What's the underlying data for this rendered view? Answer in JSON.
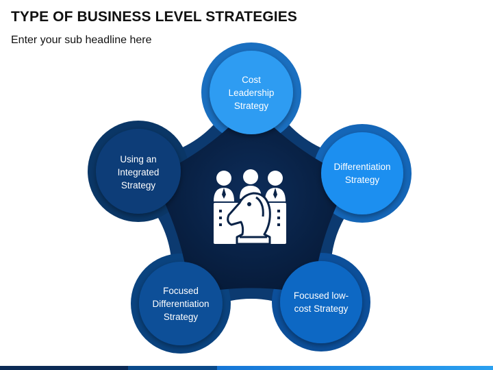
{
  "header": {
    "title": "TYPE OF BUSINESS LEVEL STRATEGIES",
    "subtitle": "Enter your sub headline here"
  },
  "diagram": {
    "center_icon": "business-team-chess-knight-icon",
    "nodes": [
      {
        "id": "cost-leadership",
        "label": "Cost\nLeadership\nStrategy"
      },
      {
        "id": "differentiation",
        "label": "Differentiation\nStrategy"
      },
      {
        "id": "focused-low-cost",
        "label": "Focused low-\ncost Strategy"
      },
      {
        "id": "focused-differentiation",
        "label": "Focused\nDifferentiation\nStrategy"
      },
      {
        "id": "integrated",
        "label": "Using an\nIntegrated\nStrategy"
      }
    ]
  },
  "colors": {
    "background": "#ffffff",
    "title_text": "#111111",
    "hub_dark": "#0a2347",
    "hub_outer": "#0d3a6e",
    "cost_leadership": "#2f9cf2",
    "differentiation": "#1e8ff0",
    "focused_low_cost": "#0f67c4",
    "focused_differentiation": "#0b4f98",
    "integrated": "#0a3d78"
  }
}
